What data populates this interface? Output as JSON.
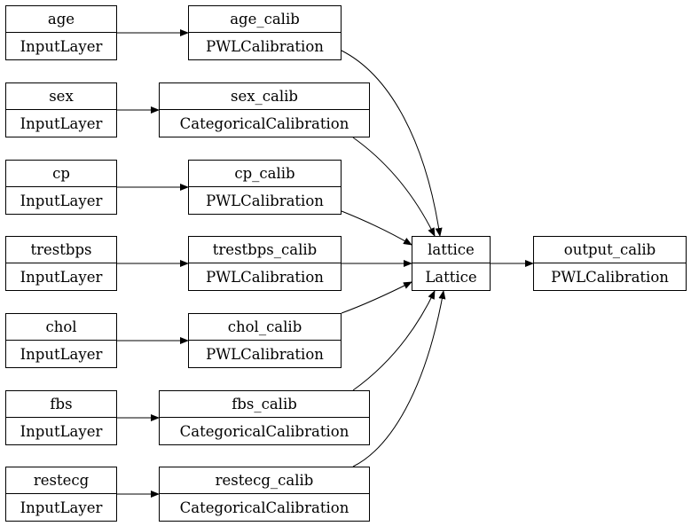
{
  "inputs": [
    {
      "name": "age",
      "type": "InputLayer"
    },
    {
      "name": "sex",
      "type": "InputLayer"
    },
    {
      "name": "cp",
      "type": "InputLayer"
    },
    {
      "name": "trestbps",
      "type": "InputLayer"
    },
    {
      "name": "chol",
      "type": "InputLayer"
    },
    {
      "name": "fbs",
      "type": "InputLayer"
    },
    {
      "name": "restecg",
      "type": "InputLayer"
    }
  ],
  "calibrators": [
    {
      "name": "age_calib",
      "type": "PWLCalibration"
    },
    {
      "name": "sex_calib",
      "type": "CategoricalCalibration"
    },
    {
      "name": "cp_calib",
      "type": "PWLCalibration"
    },
    {
      "name": "trestbps_calib",
      "type": "PWLCalibration"
    },
    {
      "name": "chol_calib",
      "type": "PWLCalibration"
    },
    {
      "name": "fbs_calib",
      "type": "CategoricalCalibration"
    },
    {
      "name": "restecg_calib",
      "type": "CategoricalCalibration"
    }
  ],
  "lattice": {
    "name": "lattice",
    "type": "Lattice"
  },
  "output": {
    "name": "output_calib",
    "type": "PWLCalibration"
  }
}
